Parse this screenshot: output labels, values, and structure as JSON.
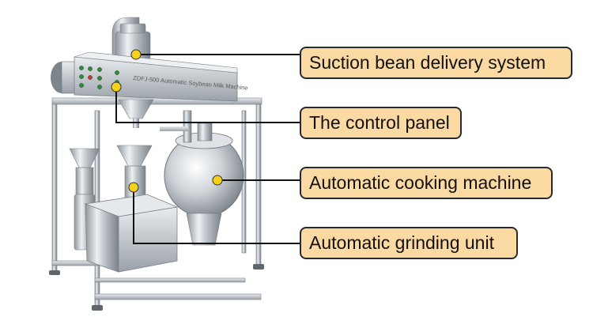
{
  "diagram": {
    "callouts": [
      {
        "id": "suction",
        "label": "Suction bean delivery system"
      },
      {
        "id": "control",
        "label": "The control panel"
      },
      {
        "id": "cooking",
        "label": "Automatic cooking machine"
      },
      {
        "id": "grinding",
        "label": "Automatic grinding unit"
      }
    ],
    "machine_nameplate": "ZDFJ-500 Automatic Soybean Milk Machine"
  },
  "colors": {
    "callout_fill": "#fbd9a3",
    "callout_border": "#2a2a2a",
    "marker_dot": "#f5d21a",
    "leader_line": "#111111",
    "steel": "#c9cdd2"
  }
}
